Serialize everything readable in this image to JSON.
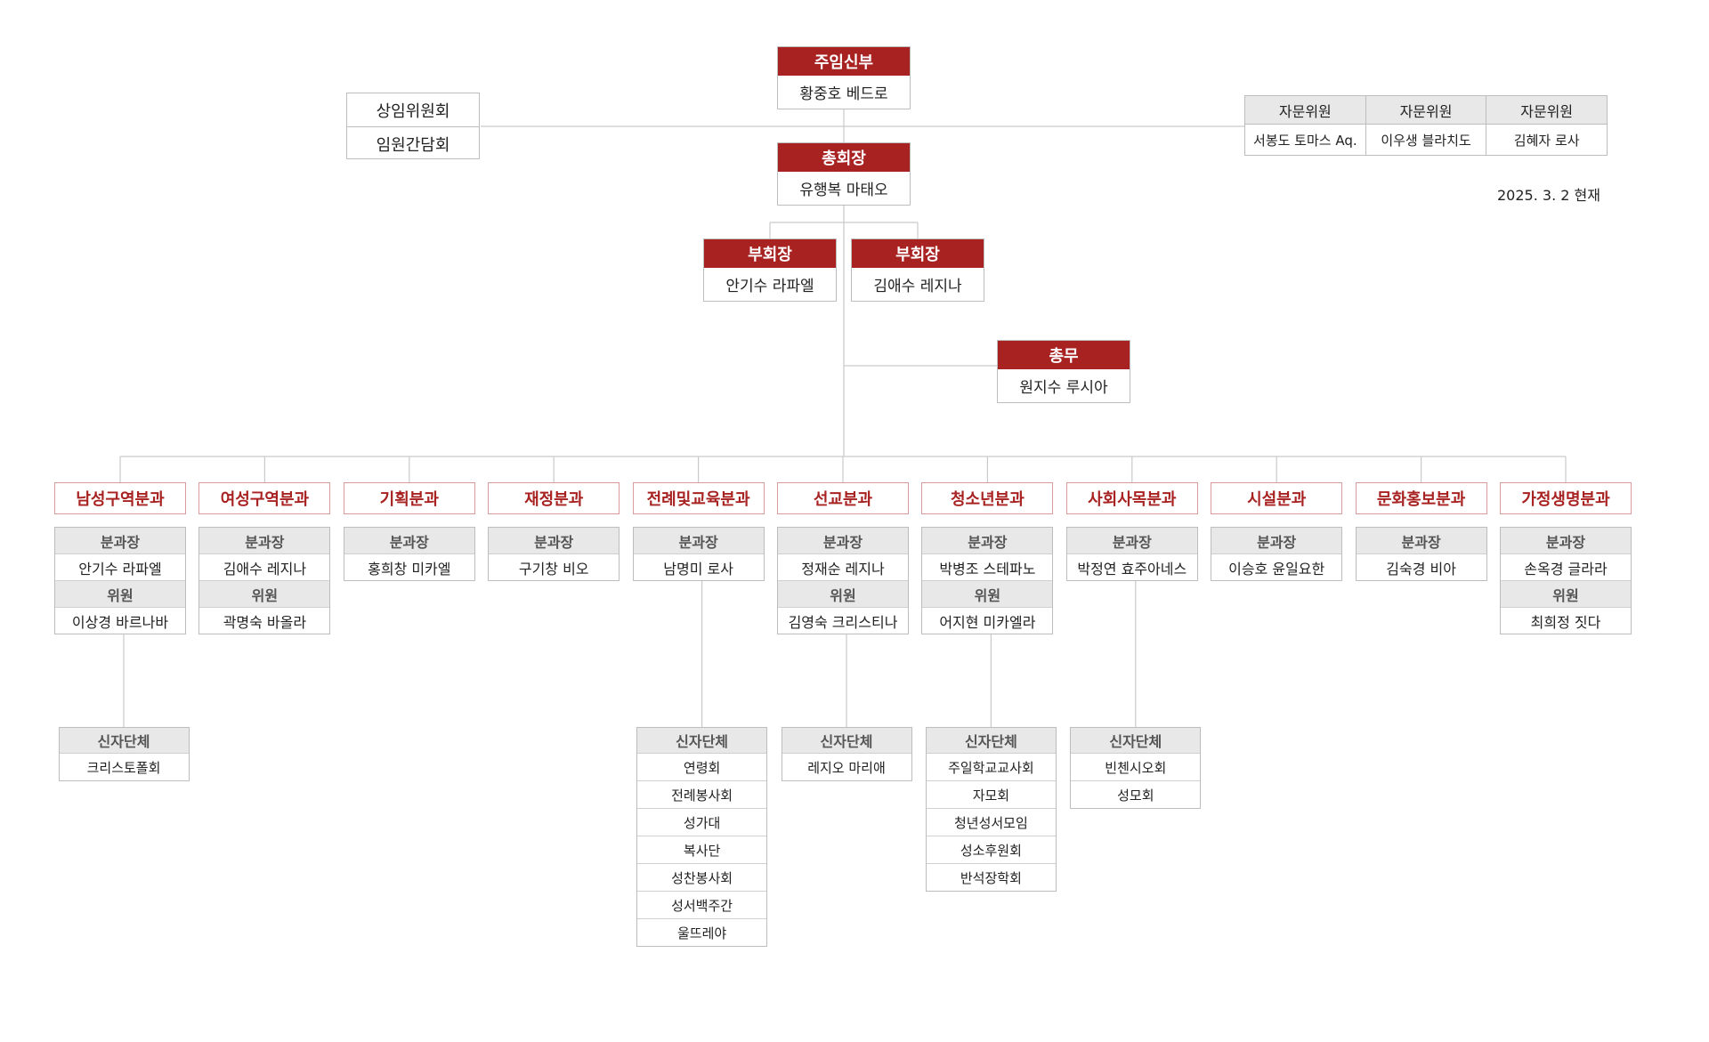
{
  "pastor": {
    "title": "주임신부",
    "name": "황중호 베드로"
  },
  "president": {
    "title": "총회장",
    "name": "유행복 마태오"
  },
  "vice_presidents": [
    {
      "title": "부회장",
      "name": "안기수 라파엘"
    },
    {
      "title": "부회장",
      "name": "김애수 레지나"
    }
  ],
  "secretary": {
    "title": "총무",
    "name": "원지수 루시아"
  },
  "councils": [
    "상임위원회",
    "임원간담회"
  ],
  "advisors": [
    {
      "title": "자문위원",
      "name": "서봉도 토마스 Aq."
    },
    {
      "title": "자문위원",
      "name": "이우생 블라치도"
    },
    {
      "title": "자문위원",
      "name": "김혜자 로사"
    }
  ],
  "date": "2025. 3. 2 현재",
  "departments": [
    {
      "name": "남성구역분과",
      "staff": [
        {
          "role": "분과장",
          "person": "안기수 라파엘"
        },
        {
          "role": "위원",
          "person": "이상경 바르나바"
        }
      ],
      "groups": {
        "title": "신자단체",
        "items": [
          "크리스토폴회"
        ]
      }
    },
    {
      "name": "여성구역분과",
      "staff": [
        {
          "role": "분과장",
          "person": "김애수 레지나"
        },
        {
          "role": "위원",
          "person": "곽명숙 바올라"
        }
      ]
    },
    {
      "name": "기획분과",
      "staff": [
        {
          "role": "분과장",
          "person": "홍희창 미카엘"
        }
      ]
    },
    {
      "name": "재정분과",
      "staff": [
        {
          "role": "분과장",
          "person": "구기창 비오"
        }
      ]
    },
    {
      "name": "전례및교육분과",
      "staff": [
        {
          "role": "분과장",
          "person": "남명미 로사"
        }
      ],
      "groups": {
        "title": "신자단체",
        "items": [
          "연령회",
          "전례봉사회",
          "성가대",
          "복사단",
          "성찬봉사회",
          "성서백주간",
          "울뜨레야"
        ]
      }
    },
    {
      "name": "선교분과",
      "staff": [
        {
          "role": "분과장",
          "person": "정재순 레지나"
        },
        {
          "role": "위원",
          "person": "김영숙 크리스티나"
        }
      ],
      "groups": {
        "title": "신자단체",
        "items": [
          "레지오 마리애"
        ]
      }
    },
    {
      "name": "청소년분과",
      "staff": [
        {
          "role": "분과장",
          "person": "박병조 스테파노"
        },
        {
          "role": "위원",
          "person": "어지현 미카엘라"
        }
      ],
      "groups": {
        "title": "신자단체",
        "items": [
          "주일학교교사회",
          "자모회",
          "청년성서모임",
          "성소후원회",
          "반석장학회"
        ]
      }
    },
    {
      "name": "사회사목분과",
      "staff": [
        {
          "role": "분과장",
          "person": "박정연 효주아네스"
        }
      ],
      "groups": {
        "title": "신자단체",
        "items": [
          "빈첸시오회",
          "성모회"
        ]
      }
    },
    {
      "name": "시설분과",
      "staff": [
        {
          "role": "분과장",
          "person": "이승호 윤일요한"
        }
      ]
    },
    {
      "name": "문화홍보분과",
      "staff": [
        {
          "role": "분과장",
          "person": "김숙경 비아"
        }
      ]
    },
    {
      "name": "가정생명분과",
      "staff": [
        {
          "role": "분과장",
          "person": "손옥경 글라라"
        },
        {
          "role": "위원",
          "person": "최희정 짓다"
        }
      ]
    }
  ]
}
